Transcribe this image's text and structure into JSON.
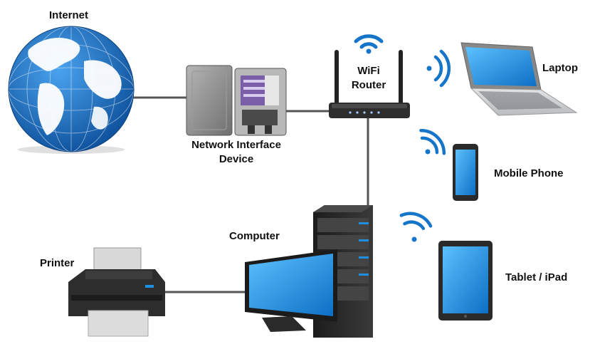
{
  "labels": {
    "internet": "Internet",
    "network_interface_line1": "Network Interface",
    "network_interface_line2": "Device",
    "wifi_router_line1": "WiFi",
    "wifi_router_line2": "Router",
    "laptop": "Laptop",
    "mobile_phone": "Mobile Phone",
    "tablet": "Tablet / iPad",
    "computer": "Computer",
    "printer": "Printer"
  },
  "colors": {
    "globe_ocean": "#1a6fc4",
    "globe_land": "#ffffff",
    "screen_blue": "#1e90e0",
    "device_dark": "#2a2a2a",
    "wifi_blue": "#1575c9",
    "cable": "#555555",
    "nid_gray": "#8a8a8a",
    "nid_panel": "#7a5ea8"
  },
  "icons": {
    "internet": "globe-icon",
    "network_interface": "network-interface-box-icon",
    "router": "wifi-router-icon",
    "laptop": "laptop-icon",
    "phone": "mobile-phone-icon",
    "tablet": "tablet-icon",
    "computer": "desktop-computer-icon",
    "printer": "printer-icon",
    "wifi": "wifi-signal-icon"
  }
}
